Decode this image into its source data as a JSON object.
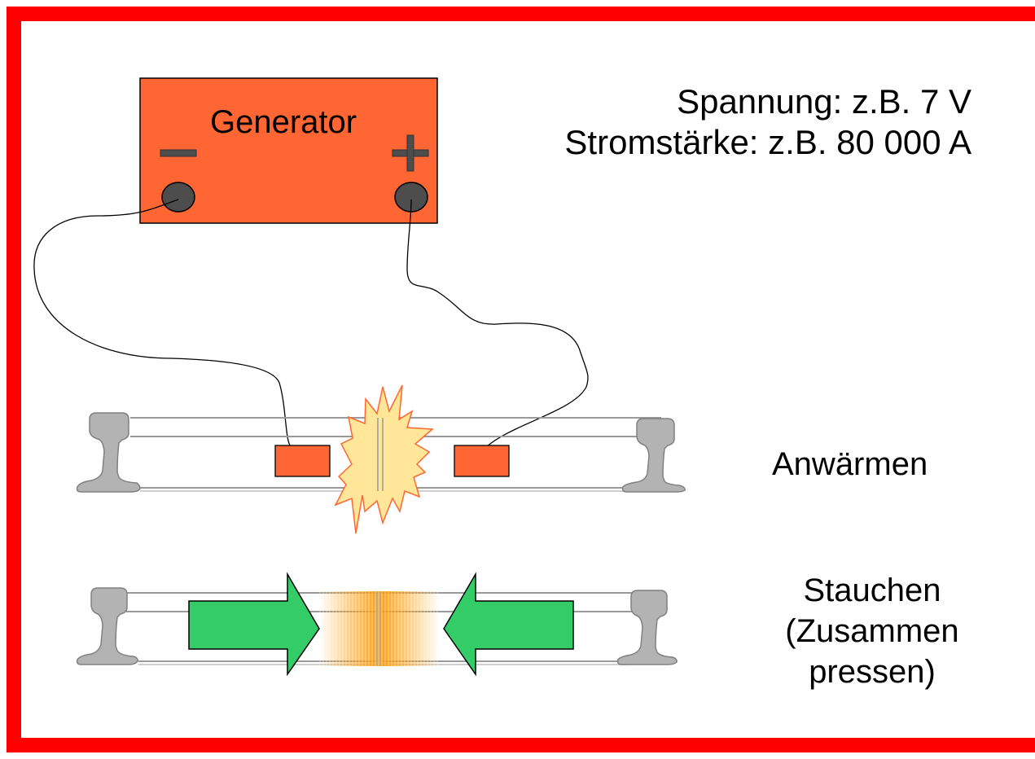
{
  "colors": {
    "frame": "#ff0000",
    "generator": "#ff6633",
    "terminal": "#4d4d4d",
    "rail": "#b3b3b3",
    "spark": "#ffe699",
    "spark_outline": "#ff6633",
    "arrow": "#33cc66",
    "heat": "#ff9900"
  },
  "generator": {
    "label": "Generator",
    "minus_icon": "minus-sign",
    "plus_icon": "plus-sign"
  },
  "specs": {
    "voltage": "Spannung: z.B. 7 V",
    "current": "Stromstärke: z.B. 80 000 A"
  },
  "steps": {
    "heating": "Anwärmen",
    "upsetting_line1": "Stauchen",
    "upsetting_line2": "(Zusammen",
    "upsetting_line3": "pressen)"
  }
}
